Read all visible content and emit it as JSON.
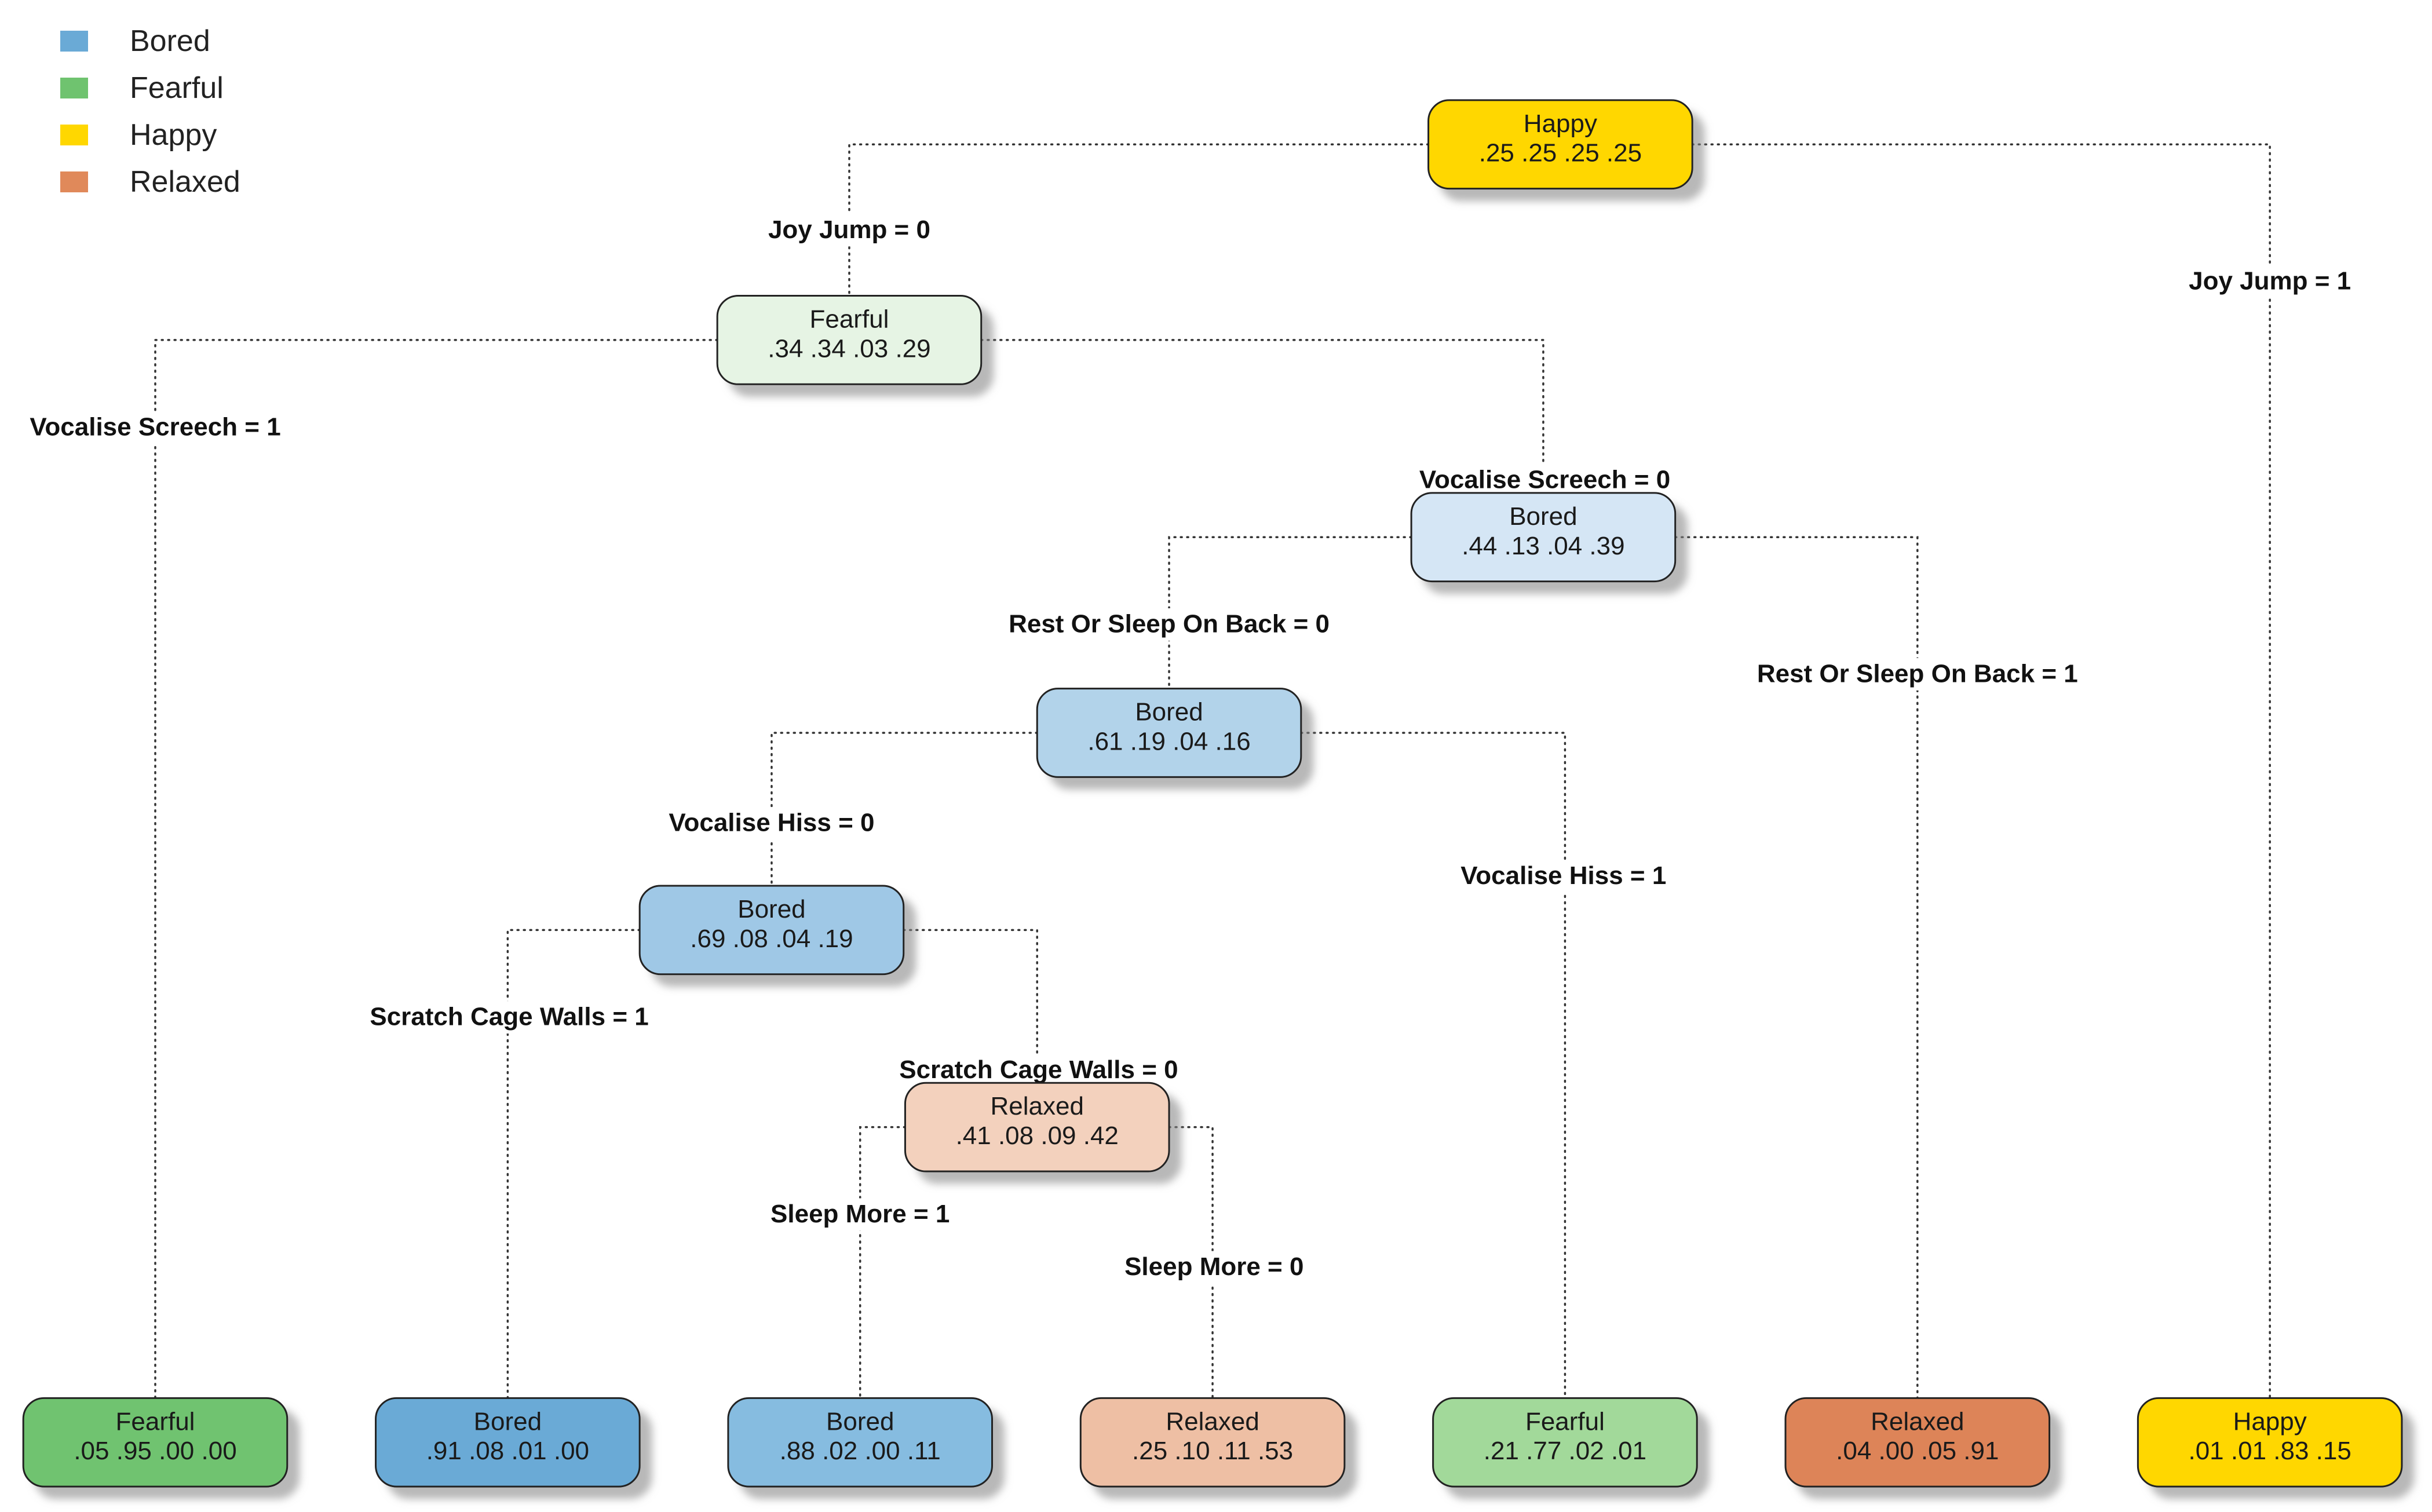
{
  "legend": {
    "items": [
      {
        "label": "Bored",
        "color": "#6aaad6"
      },
      {
        "label": "Fearful",
        "color": "#6fc36f"
      },
      {
        "label": "Happy",
        "color": "#ffd700"
      },
      {
        "label": "Relaxed",
        "color": "#e0895a"
      }
    ]
  },
  "tree": {
    "nodes": [
      {
        "id": "n1",
        "label": "Happy",
        "probs": ".25 .25 .25 .25",
        "color": "#ffd700"
      },
      {
        "id": "n2",
        "label": "Fearful",
        "probs": ".34 .34 .03 .29",
        "color": "#e6f4e4"
      },
      {
        "id": "n3",
        "label": "Bored",
        "probs": ".44 .13 .04 .39",
        "color": "#d5e6f5"
      },
      {
        "id": "n4",
        "label": "Bored",
        "probs": ".61 .19 .04 .16",
        "color": "#b2d3ea"
      },
      {
        "id": "n5",
        "label": "Bored",
        "probs": ".69 .08 .04 .19",
        "color": "#9fc8e6"
      },
      {
        "id": "n6",
        "label": "Relaxed",
        "probs": ".41 .08 .09 .42",
        "color": "#f3d1bd"
      },
      {
        "id": "l1",
        "label": "Fearful",
        "probs": ".05 .95 .00 .00",
        "color": "#6fc36f"
      },
      {
        "id": "l2",
        "label": "Bored",
        "probs": ".91 .08 .01 .00",
        "color": "#6aaad6"
      },
      {
        "id": "l3",
        "label": "Bored",
        "probs": ".88 .02 .00 .11",
        "color": "#86bce0"
      },
      {
        "id": "l4",
        "label": "Relaxed",
        "probs": ".25 .10 .11 .53",
        "color": "#eebfa4"
      },
      {
        "id": "l5",
        "label": "Fearful",
        "probs": ".21 .77 .02 .01",
        "color": "#a2d99a"
      },
      {
        "id": "l6",
        "label": "Relaxed",
        "probs": ".04 .00 .05 .91",
        "color": "#dd8459"
      },
      {
        "id": "l7",
        "label": "Happy",
        "probs": ".01 .01 .83 .15",
        "color": "#ffd700"
      }
    ],
    "edges": [
      {
        "from": "n1",
        "to": "n2",
        "label": "Joy Jump = 0"
      },
      {
        "from": "n1",
        "to": "l7",
        "label": "Joy Jump = 1"
      },
      {
        "from": "n2",
        "to": "l1",
        "label": "Vocalise Screech = 1"
      },
      {
        "from": "n2",
        "to": "n3",
        "label": "Vocalise Screech = 0"
      },
      {
        "from": "n3",
        "to": "n4",
        "label": "Rest Or Sleep On Back = 0"
      },
      {
        "from": "n3",
        "to": "l6",
        "label": "Rest Or Sleep On Back = 1"
      },
      {
        "from": "n4",
        "to": "n5",
        "label": "Vocalise Hiss = 0"
      },
      {
        "from": "n4",
        "to": "l5",
        "label": "Vocalise Hiss = 1"
      },
      {
        "from": "n5",
        "to": "l2",
        "label": "Scratch Cage Walls = 1"
      },
      {
        "from": "n5",
        "to": "n6",
        "label": "Scratch Cage Walls = 0"
      },
      {
        "from": "n6",
        "to": "l3",
        "label": "Sleep More = 1"
      },
      {
        "from": "n6",
        "to": "l4",
        "label": "Sleep More = 0"
      }
    ]
  }
}
